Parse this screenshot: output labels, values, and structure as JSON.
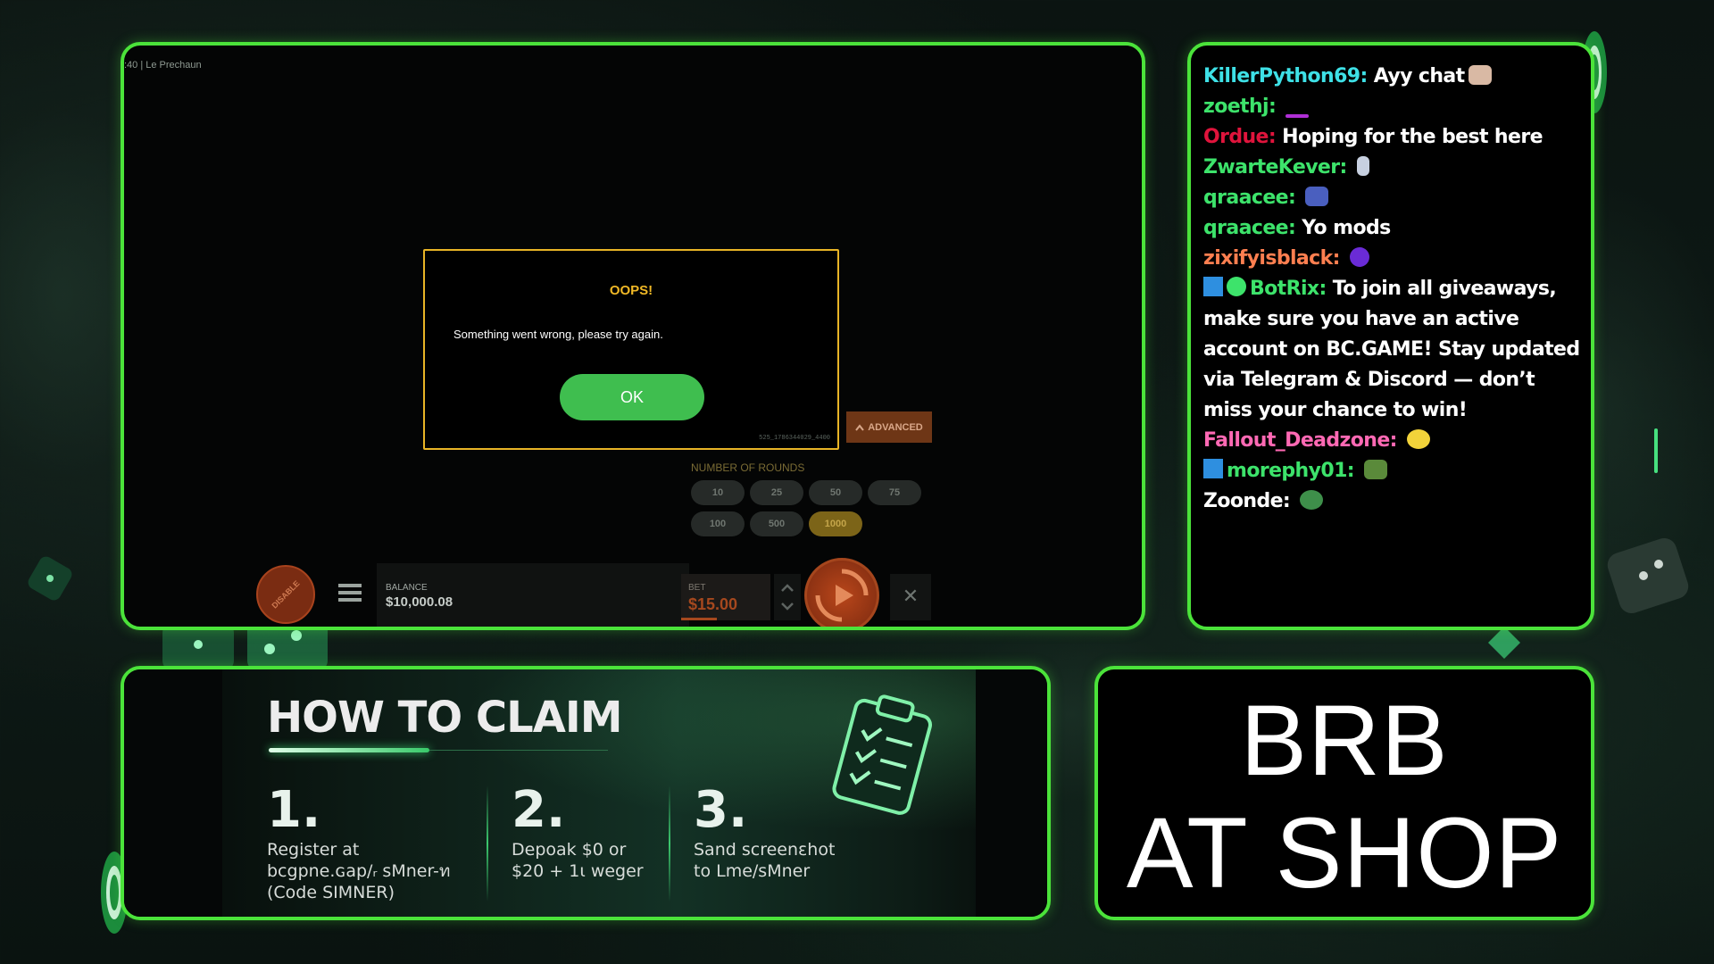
{
  "game": {
    "header": ":40  |  Le Prechaun",
    "modal": {
      "title": "OOPS!",
      "message": "Something went wrong, please try again.",
      "ok_label": "OK",
      "id": "525_1786344029_4400"
    },
    "advanced_label": "ADVANCED",
    "rounds_label": "NUMBER OF ROUNDS",
    "rounds": [
      "10",
      "25",
      "50",
      "75",
      "100",
      "500",
      "1000"
    ],
    "active_round": "1000",
    "disable_label": "DISABLE",
    "balance_label": "BALANCE",
    "balance_value": "$10,000.08",
    "bet_label": "BET",
    "bet_value": "$15.00",
    "close_symbol": "✕"
  },
  "chat": {
    "messages": [
      {
        "user": "KillerPython69:",
        "color": "#3ee0e6",
        "text": "Ayy chat",
        "emote": "#d9b9a4"
      },
      {
        "user": "zoethj:",
        "color": "#3de36b",
        "text": "",
        "emote": "#b02fd6"
      },
      {
        "user": "Ordue:",
        "color": "#e0143c",
        "text": "Hoping for the best here"
      },
      {
        "user": "ZwarteKever:",
        "color": "#3de36b",
        "text": "",
        "emote": "#c7d0e0"
      },
      {
        "user": "qraacee:",
        "color": "#3de36b",
        "text": "",
        "emote": "#4a5fbf"
      },
      {
        "user": "qraacee:",
        "color": "#3de36b",
        "text": "Yo mods"
      },
      {
        "user": "zixifyisblack:",
        "color": "#ff7f50",
        "text": "",
        "emote": "#6a2bd6"
      },
      {
        "user": "BotRix:",
        "color": "#3de36b",
        "text": "To join all giveaways, make sure you have an active account on BC.GAME! Stay updated via Telegram & Discord — don’t miss your chance to win!",
        "badges": [
          "#2e8fe0",
          "#3de36b"
        ]
      },
      {
        "user": "Fallout_Deadzone:",
        "color": "#ff69b4",
        "text": "",
        "emote": "#f2d33a"
      },
      {
        "user": "morephy01:",
        "color": "#3de36b",
        "text": "",
        "emote": "#5a8a3a",
        "badges": [
          "#2e8fe0"
        ]
      },
      {
        "user": "Zoonde:",
        "color": "#ffffff",
        "text": "",
        "emote": "#3e8f4a"
      }
    ]
  },
  "claim": {
    "title": "HOW TO CLAIM",
    "steps": [
      {
        "num": "1.",
        "line1": "Register at",
        "line2": "bcgpne.ɢap/ᵣ sMner-ท",
        "line3": "(Code SIMNER)"
      },
      {
        "num": "2.",
        "line1": "Depoak $0 or",
        "line2": "$20 + 1ι weger",
        "line3": ""
      },
      {
        "num": "3.",
        "line1": "Sand screenɛhot",
        "line2": "to Lme/sMner",
        "line3": ""
      }
    ]
  },
  "brb": {
    "line1": "BRB",
    "line2": "AT SHOP"
  },
  "colors": {
    "accent_green": "#4be33a",
    "ok_green": "#3fbe4f",
    "warning_gold": "#e8b426"
  }
}
